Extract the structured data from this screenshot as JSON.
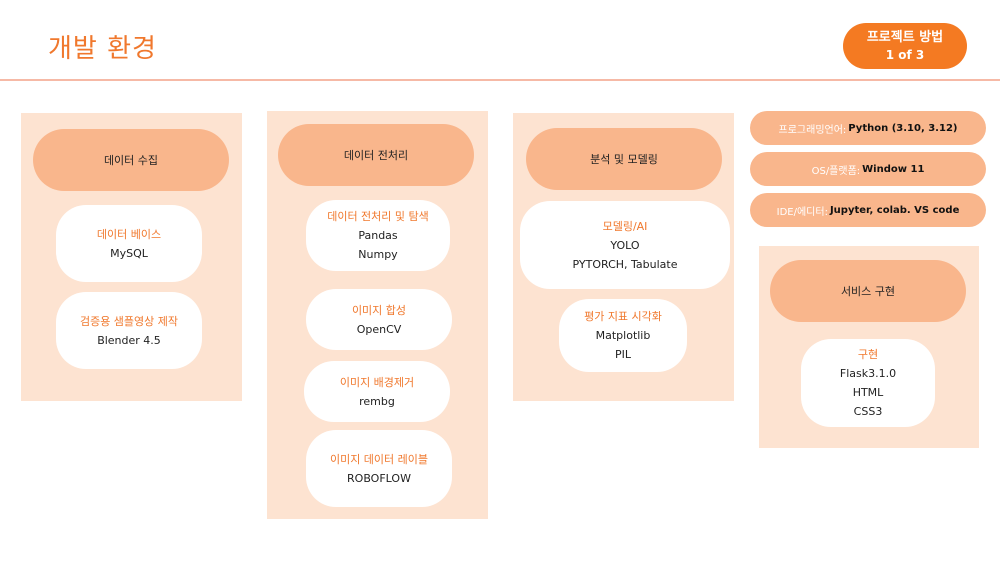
{
  "title": "개발 환경",
  "badge": {
    "line1": "프로젝트 방법",
    "line2": "1 of 3"
  },
  "col1": {
    "header": "데이터 수집",
    "cards": [
      {
        "title": "데이터 베이스",
        "items": [
          "MySQL"
        ]
      },
      {
        "title": "검증용 샘플영상 제작",
        "items": [
          "Blender 4.5"
        ]
      }
    ]
  },
  "col2": {
    "header": "데이터 전처리",
    "cards": [
      {
        "title": "데이터 전처리 및 탐색",
        "items": [
          "Pandas",
          "Numpy"
        ]
      },
      {
        "title": "이미지 합성",
        "items": [
          "OpenCV"
        ]
      },
      {
        "title": "이미지 배경제거",
        "items": [
          "rembg"
        ]
      },
      {
        "title": "이미지 데이터 레이블",
        "items": [
          "ROBOFLOW"
        ]
      }
    ]
  },
  "col3": {
    "header": "분석 및 모델링",
    "cards": [
      {
        "title": "모델링/AI",
        "items": [
          "YOLO",
          "PYTORCH, Tabulate"
        ]
      },
      {
        "title": "평가 지표 시각화",
        "items": [
          "Matplotlib",
          "PIL"
        ]
      }
    ]
  },
  "info": [
    {
      "label": "프로그래밍언어:",
      "value": "Python (3.10, 3.12)"
    },
    {
      "label": "OS/플랫폼:",
      "value": "Window 11"
    },
    {
      "label": "IDE/에디터:",
      "value": "Jupyter, colab. VS code"
    }
  ],
  "col4": {
    "header": "서비스 구현",
    "cards": [
      {
        "title": "구현",
        "items": [
          "Flask3.1.0",
          "HTML",
          "CSS3"
        ]
      }
    ]
  }
}
